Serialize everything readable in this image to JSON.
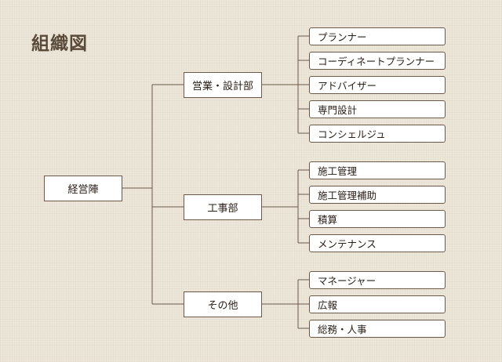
{
  "title": "組織図",
  "root": "経営陣",
  "departments": [
    {
      "name": "営業・設計部",
      "roles": [
        "プランナー",
        "コーディネートプランナー",
        "アドバイザー",
        "専門設計",
        "コンシェルジュ"
      ]
    },
    {
      "name": "工事部",
      "roles": [
        "施工管理",
        "施工管理補助",
        "積算",
        "メンテナンス"
      ]
    },
    {
      "name": "その他",
      "roles": [
        "マネージャー",
        "広報",
        "総務・人事"
      ]
    }
  ]
}
